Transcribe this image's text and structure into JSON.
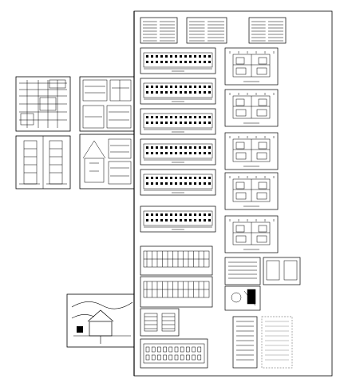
{
  "drawing": {
    "background": "#ffffff",
    "ink": "#000000",
    "muted_ink": "#888888",
    "sheets": [
      {
        "name": "sheet-group-left-plans",
        "kind": "plan"
      },
      {
        "name": "sheet-group-left-elevations",
        "kind": "elevation"
      },
      {
        "name": "sheet-group-middle-details",
        "kind": "detail"
      },
      {
        "name": "sheet-group-middle-sections",
        "kind": "section"
      },
      {
        "name": "sheet-site-section",
        "kind": "site"
      },
      {
        "name": "sheet-main-layout",
        "kind": "layout"
      }
    ]
  }
}
